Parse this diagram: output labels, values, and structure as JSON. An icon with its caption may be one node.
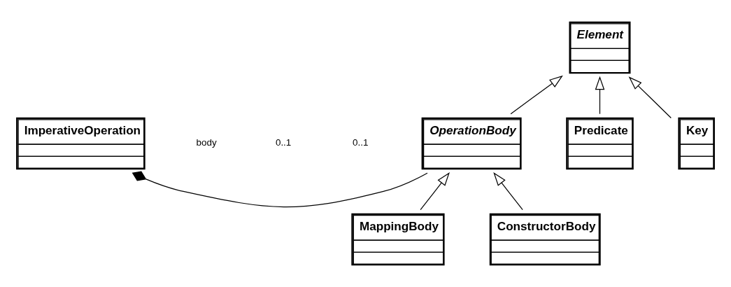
{
  "diagram": {
    "nodes": [
      {
        "text": [
          "Element"
        ]
      },
      {
        "text": [
          "ImperativeOperation"
        ]
      },
      {
        "text": [
          "OperationBody"
        ]
      },
      {
        "text": [
          "Predicate"
        ]
      },
      {
        "text": [
          "Key"
        ]
      },
      {
        "text": [
          "MappingBody"
        ]
      },
      {
        "text": [
          "ConstructorBody"
        ]
      }
    ],
    "edges": [
      {
        "from": 2,
        "to": 0,
        "arrow": "to"
      },
      {
        "from": 3,
        "to": 0,
        "arrow": "to"
      },
      {
        "from": 4,
        "to": 0,
        "arrow": "to"
      },
      {
        "from": 1,
        "to": 2,
        "arrow": "other"
      },
      {
        "from": 5,
        "to": 2,
        "arrow": "to"
      },
      {
        "from": 6,
        "to": 2,
        "arrow": "to"
      }
    ],
    "labels": [
      "body",
      "0..1",
      "0..1"
    ]
  }
}
